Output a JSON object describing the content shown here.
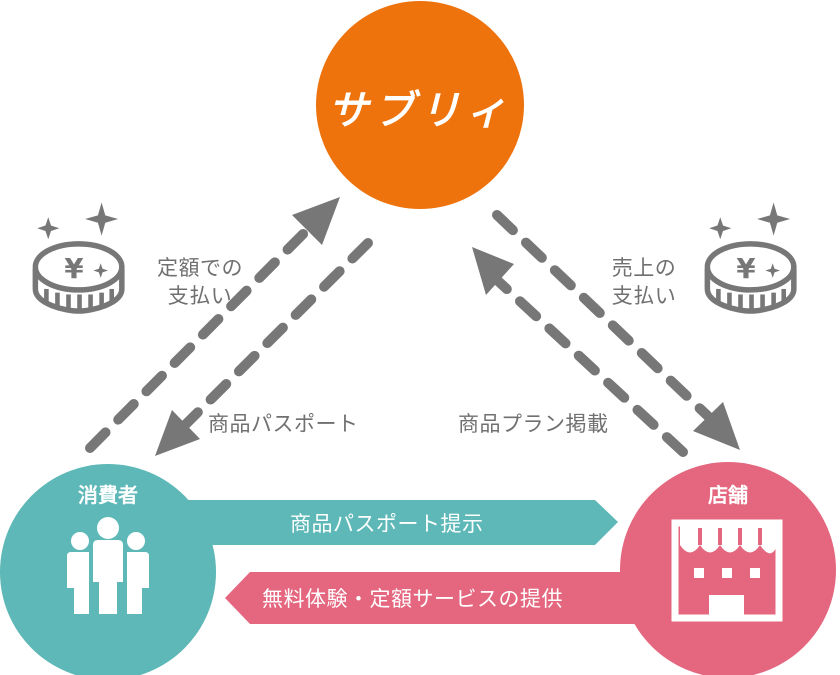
{
  "colors": {
    "brand_orange": "#EE730D",
    "consumer_teal": "#5EB8B8",
    "store_pink": "#E4677F",
    "arrow_gray": "#777777",
    "label_gray": "#707070",
    "white": "#FFFFFF"
  },
  "nodes": {
    "platform": {
      "label": "サブリィ",
      "color_key": "brand_orange"
    },
    "consumer": {
      "label": "消費者",
      "icon": "people-group-icon",
      "color_key": "consumer_teal"
    },
    "store": {
      "label": "店舗",
      "icon": "storefront-icon",
      "color_key": "store_pink"
    }
  },
  "edges": {
    "consumer_to_platform": {
      "label_line1": "定額での",
      "label_line2": "支払い",
      "icon": "yen-coin-icon",
      "style": "dashed"
    },
    "platform_to_consumer": {
      "label": "商品パスポート",
      "style": "dashed"
    },
    "store_to_platform": {
      "label": "商品プラン掲載",
      "style": "dashed"
    },
    "platform_to_store": {
      "label_line1": "売上の",
      "label_line2": "支払い",
      "icon": "yen-coin-icon",
      "style": "dashed"
    },
    "consumer_to_store": {
      "label": "商品パスポート提示",
      "style": "solid-band",
      "color_key": "consumer_teal"
    },
    "store_to_consumer": {
      "label": "無料体験・定額サービスの提供",
      "style": "solid-band",
      "color_key": "store_pink"
    }
  }
}
